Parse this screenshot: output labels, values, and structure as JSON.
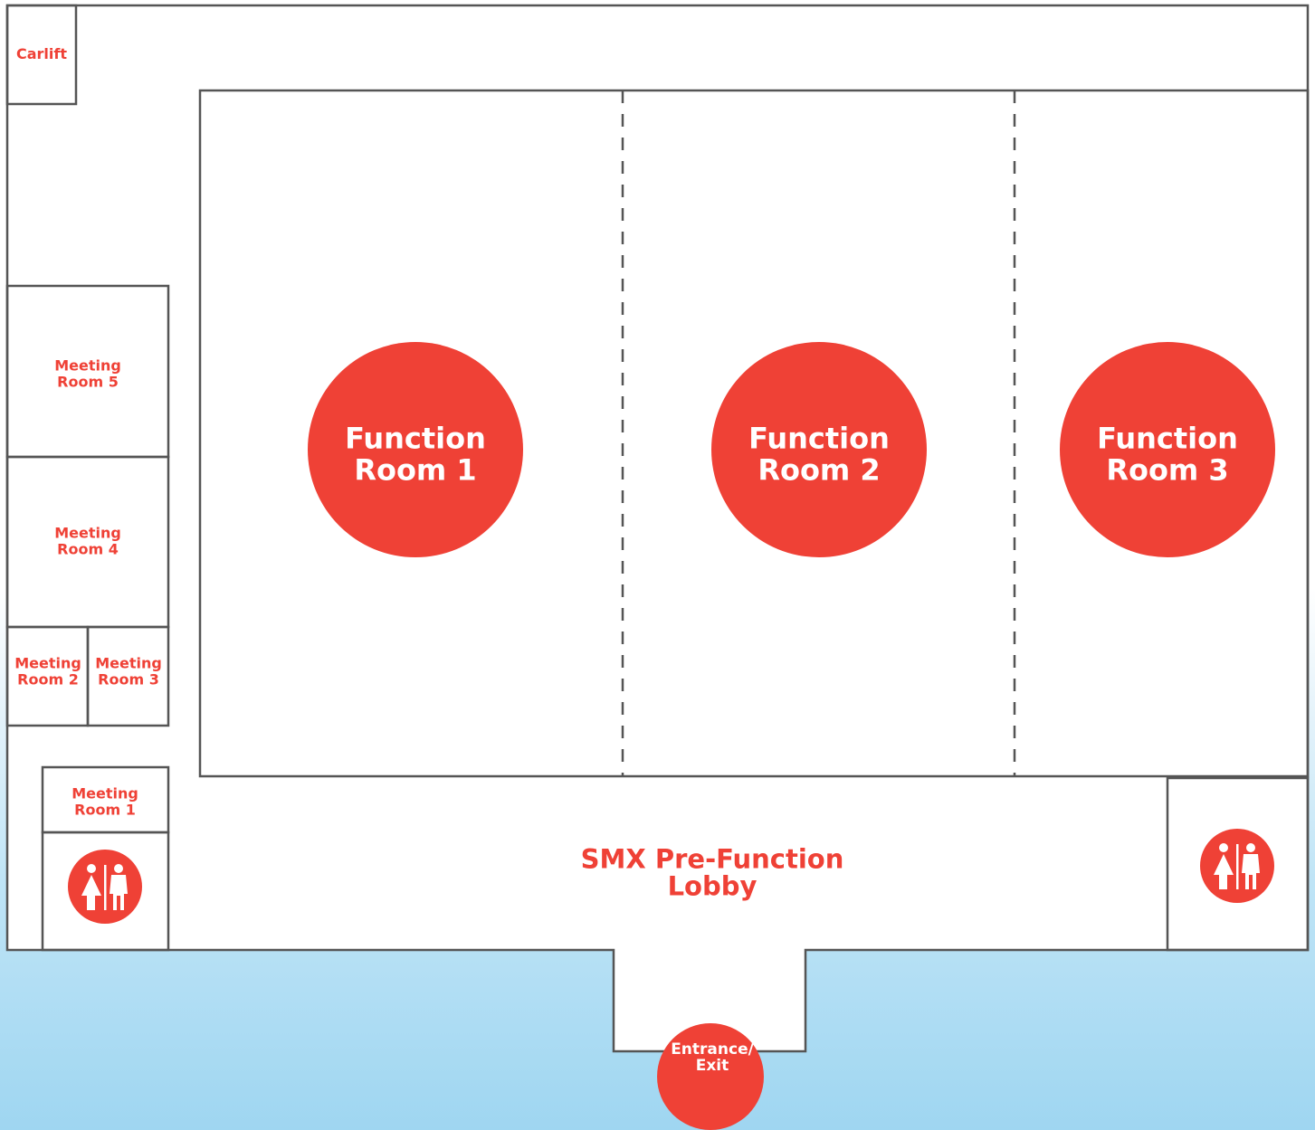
{
  "title": "",
  "colors": {
    "accent": "#ef4136",
    "wall": "#555555",
    "room_fill": "#ffffff",
    "background_bottom": "#9fd6f1"
  },
  "labels": {
    "carlift": "Carlift",
    "meeting_room_5": "Meeting\nRoom 5",
    "meeting_room_4": "Meeting\nRoom 4",
    "meeting_room_2": "Meeting\nRoom 2",
    "meeting_room_3": "Meeting\nRoom 3",
    "meeting_room_1": "Meeting\nRoom 1",
    "function_room_1": "Function\nRoom 1",
    "function_room_2": "Function\nRoom 2",
    "function_room_3": "Function\nRoom 3",
    "lobby": "SMX Pre-Function\nLobby",
    "entrance": "Entrance/\nExit"
  },
  "icons": {
    "restroom_left": "restroom-icon",
    "restroom_right": "restroom-icon"
  }
}
